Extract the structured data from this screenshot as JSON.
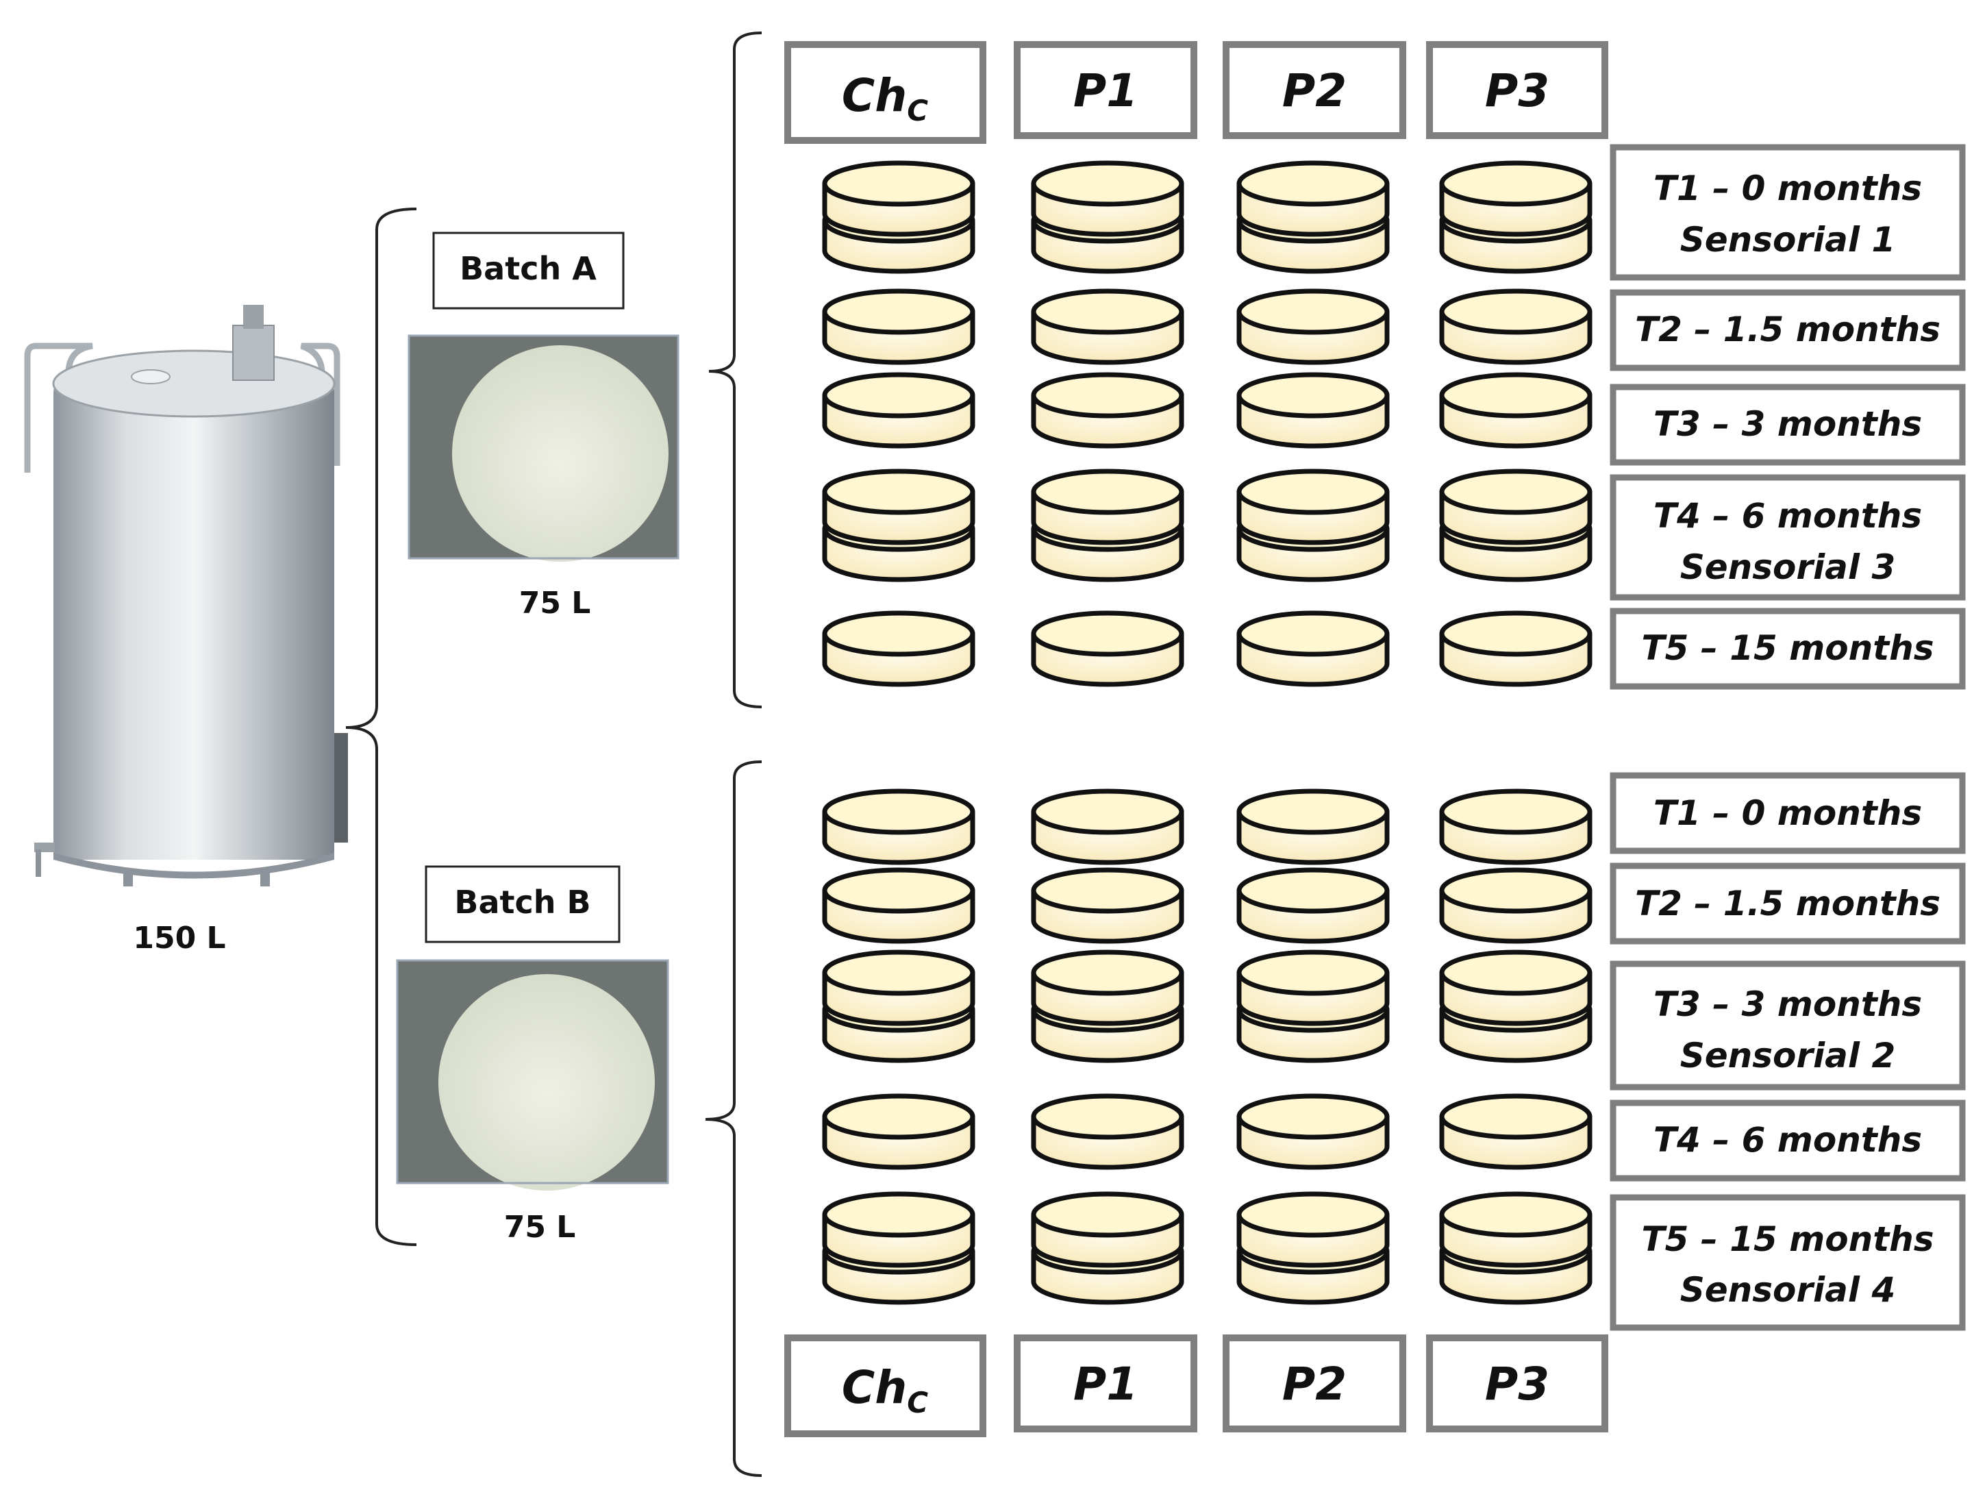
{
  "tank": {
    "volume": "150 L"
  },
  "batches": [
    {
      "label": "Batch A",
      "volume": "75 L"
    },
    {
      "label": "Batch B",
      "volume": "75 L"
    }
  ],
  "columns": [
    {
      "main": "Ch",
      "sub": "C"
    },
    {
      "main": "P1",
      "sub": ""
    },
    {
      "main": "P2",
      "sub": ""
    },
    {
      "main": "P3",
      "sub": ""
    }
  ],
  "timepoints": {
    "A": [
      {
        "line1": "T1 – 0 months",
        "line2": "Sensorial  1",
        "cheeses": 2
      },
      {
        "line1": "T2 – 1.5 months",
        "line2": "",
        "cheeses": 1
      },
      {
        "line1": "T3 – 3 months",
        "line2": "",
        "cheeses": 1
      },
      {
        "line1": "T4 – 6 months",
        "line2": "Sensorial 3",
        "cheeses": 2
      },
      {
        "line1": "T5 – 15 months",
        "line2": "",
        "cheeses": 1
      }
    ],
    "B": [
      {
        "line1": "T1 – 0 months",
        "line2": "",
        "cheeses": 1
      },
      {
        "line1": "T2 – 1.5 months",
        "line2": "",
        "cheeses": 1
      },
      {
        "line1": "T3 – 3 months",
        "line2": "Sensorial 2",
        "cheeses": 2
      },
      {
        "line1": "T4 – 6 months",
        "line2": "",
        "cheeses": 1
      },
      {
        "line1": "T5 – 15 months",
        "line2": "Sensorial 4",
        "cheeses": 2
      }
    ]
  },
  "colors": {
    "box_border": "#7f7f7f",
    "cheese_fill": "#fff6d2",
    "cheese_band": "#e8cf8a",
    "cheese_outline": "#111111",
    "tank_steel": "#c6cbd0",
    "milk": "#dfe3d4"
  }
}
